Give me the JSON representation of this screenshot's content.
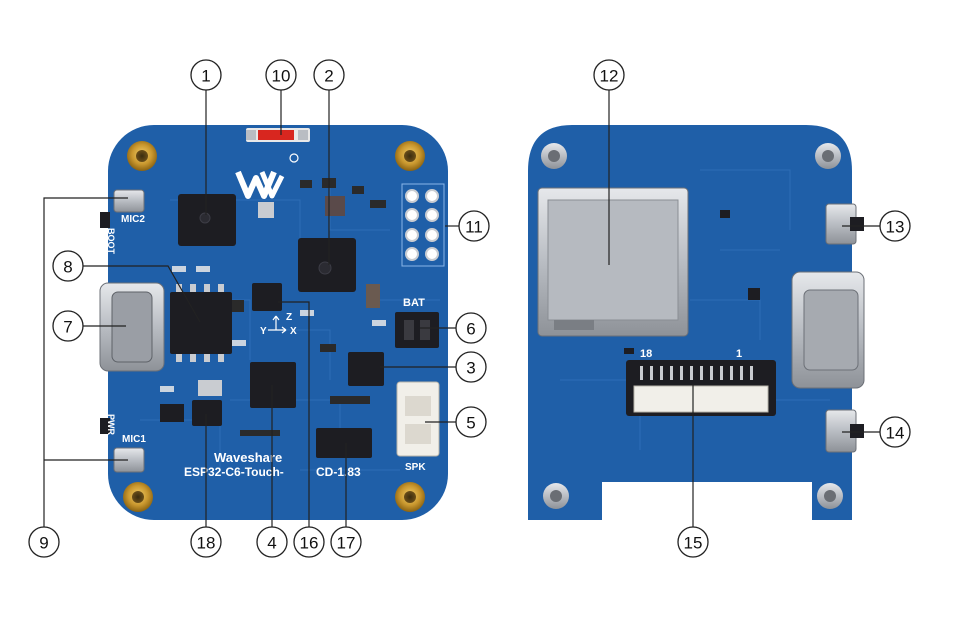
{
  "front_board": {
    "brand_text": "Waveshare",
    "model_text_1": "ESP32-C6-Touch-",
    "model_text_2": "CD-1.83",
    "silk_mic2": "MIC2",
    "silk_mic1": "MIC1",
    "silk_boot": "BOOT",
    "silk_pwr": "PWR",
    "silk_bat": "BAT",
    "silk_spk": "SPK",
    "silk_axis_x": "X",
    "silk_axis_y": "Y",
    "silk_axis_z": "Z"
  },
  "back_board": {
    "fpc_pin_left": "18",
    "fpc_pin_right": "1"
  },
  "callouts": [
    "1",
    "2",
    "3",
    "4",
    "5",
    "6",
    "7",
    "8",
    "9",
    "10",
    "11",
    "12",
    "13",
    "14",
    "15",
    "16",
    "17",
    "18"
  ],
  "colors": {
    "pcb": "#1f5fa8",
    "pcb_dark": "#174e8f",
    "gold": "#c9972e",
    "chip": "#1d1d22",
    "silver": "#c9ccd1"
  }
}
